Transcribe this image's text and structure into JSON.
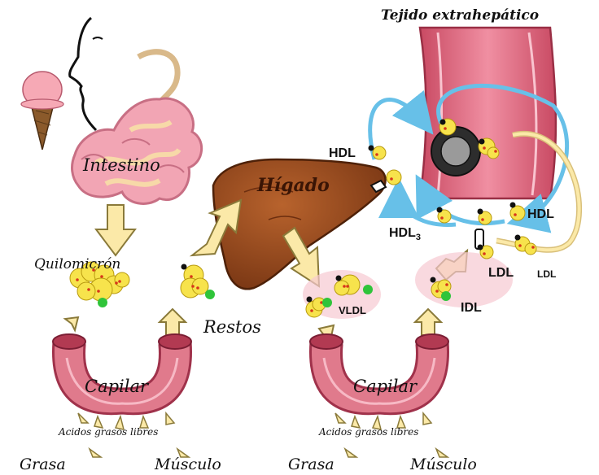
{
  "labels": {
    "tissue": "Tejido extrahepático",
    "intestine": "Intestino",
    "liver": "Hígado",
    "chylomicron": "Quilomicrón",
    "remnants": "Restos",
    "capillary_left": "Capilar",
    "capillary_right": "Capilar",
    "ffa_left": "Acidos grasos libres",
    "ffa_right": "Acidos grasos libres",
    "fat_left": "Grasa",
    "muscle_left": "Músculo",
    "fat_right": "Grasa",
    "muscle_right": "Músculo",
    "hdl_top": "HDL",
    "hdl_right": "HDL",
    "hdl3": "HDL",
    "hdl3_sub": "3",
    "ldl_main": "LDL",
    "ldl_small": "LDL",
    "idl": "IDL",
    "vldl": "VLDL"
  },
  "colors": {
    "intestine": "#f2a5b4",
    "liver": "#9a4a1f",
    "vessel": "#e07a8c",
    "vessel_dark": "#b23a52",
    "particle": "#f7e34c",
    "particle_dot": "#d8361b",
    "arrow_fill": "#fbe9a8",
    "arrow_stroke": "#8a7a3a",
    "cycle_arrow": "#67c0e8",
    "green_dot": "#2fc43a",
    "icecream": "#f6a9b5",
    "cone": "#8b5a2b"
  },
  "icons": [
    "face-profile-icon",
    "ice-cream-icon",
    "intestine-icon",
    "liver-icon",
    "capillary-icon",
    "artery-wall-icon",
    "lipoprotein-particle-icon",
    "ldl-receptor-icon"
  ]
}
